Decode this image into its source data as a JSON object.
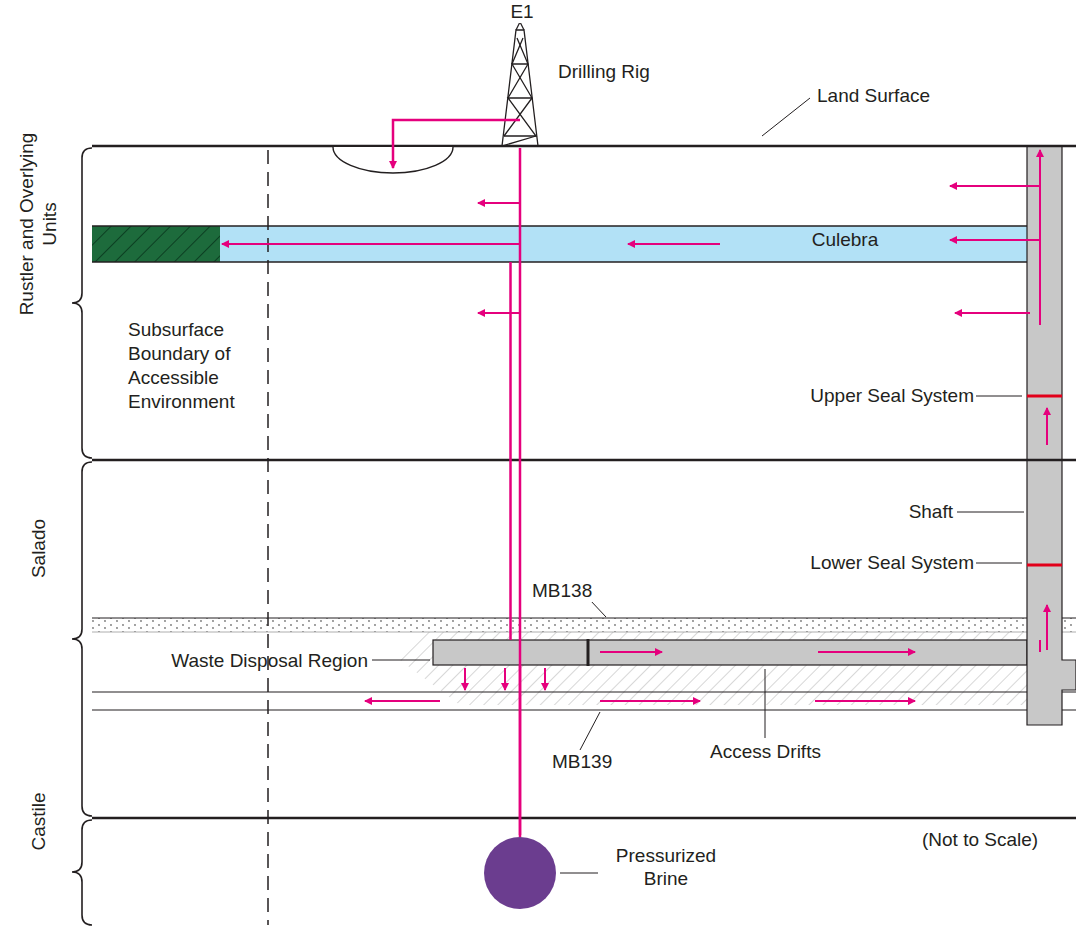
{
  "diagram": {
    "nodes": [
      {
        "text": [
          "Culebra"
        ]
      },
      {
        "text": [
          "Waste Disposal Region"
        ]
      },
      {
        "text": [
          "Access Drifts"
        ]
      },
      {
        "text": [
          "Shaft"
        ]
      },
      {
        "text": [
          "Pressurized Brine"
        ]
      }
    ],
    "edges": [
      {
        "from": 4,
        "to": 1,
        "arrow": "none"
      },
      {
        "from": 1,
        "to": 0,
        "arrow": "none"
      }
    ],
    "labels": [
      "E1",
      "Drilling Rig",
      "Land Surface",
      "Rustler and Overlying Units",
      "Subsurface Boundary of Accessible Environment",
      "Upper Seal System",
      "Lower Seal System",
      "Salado",
      "MB138",
      "MB139",
      "(Not to Scale)",
      "Castile"
    ]
  }
}
